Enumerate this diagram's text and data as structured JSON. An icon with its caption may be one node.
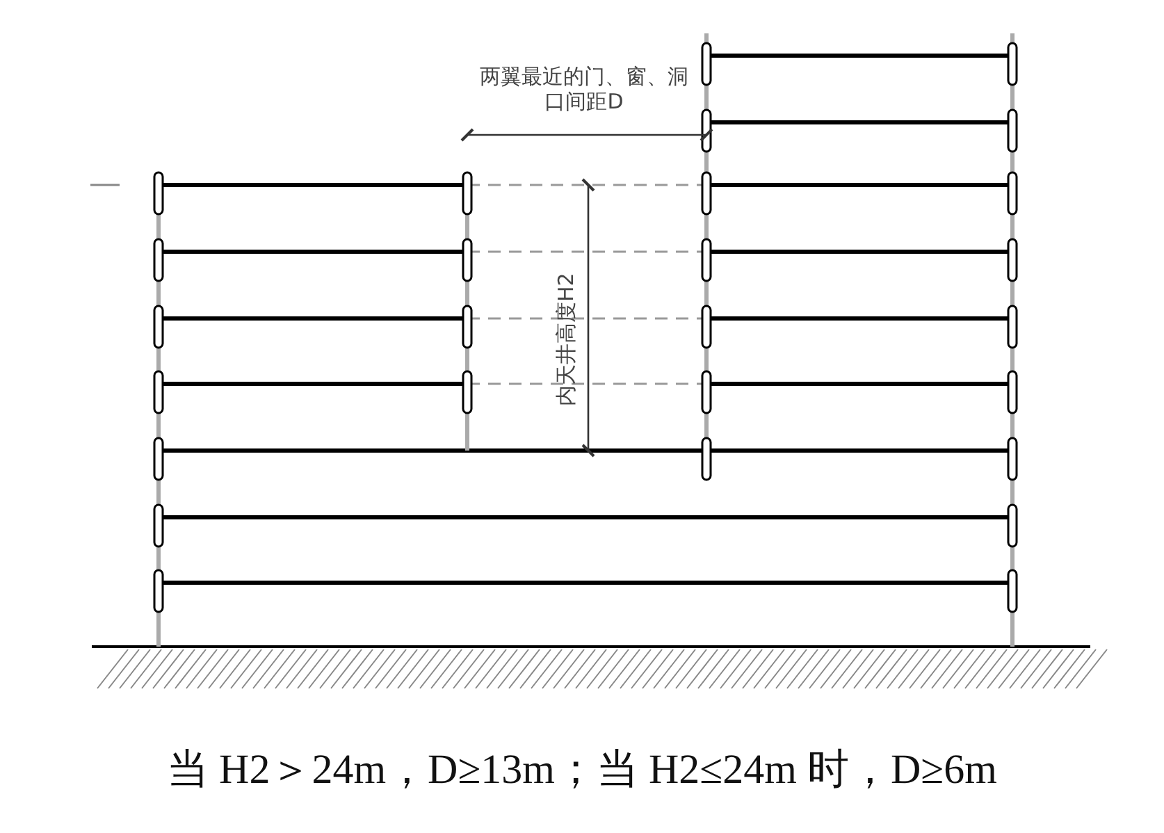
{
  "diagram": {
    "caption": "当 H2＞24m，D≥13m；当 H2≤24m 时，D≥6m",
    "labels": [
      "两翼最近的门、窗、洞口间距D",
      "内天井高度H2"
    ]
  }
}
